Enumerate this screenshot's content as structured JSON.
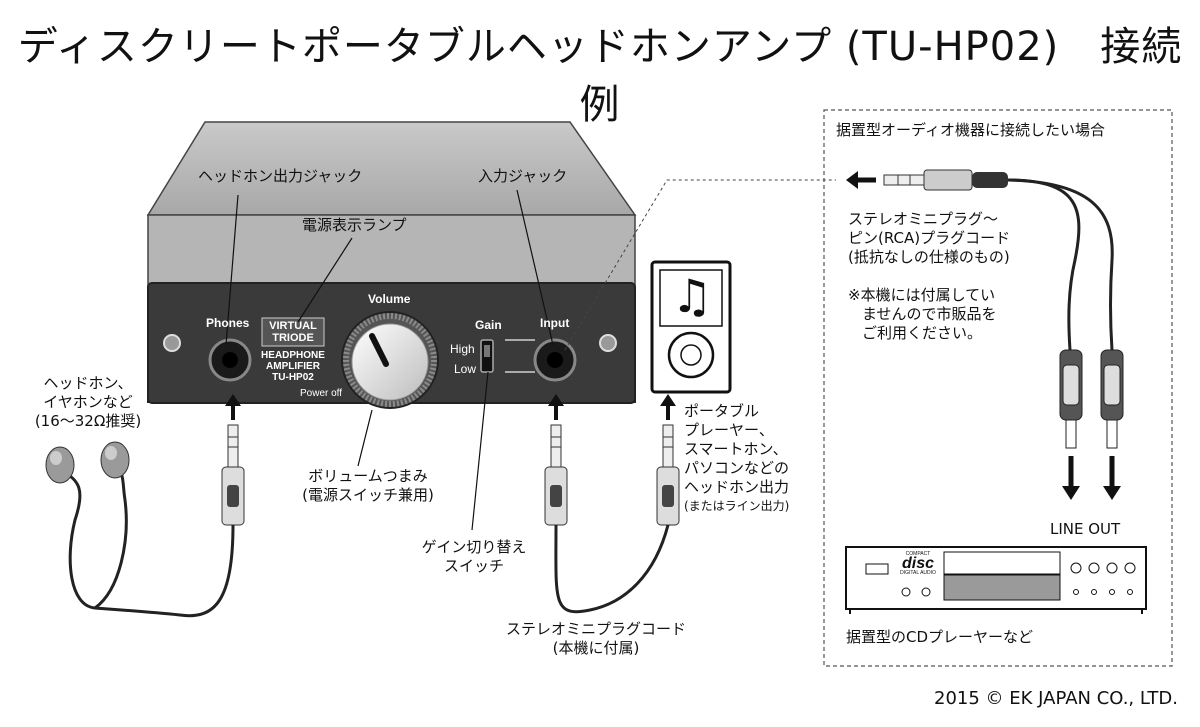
{
  "title": "ディスクリートポータブルヘッドホンアンプ (TU-HP02)　接続例",
  "device": {
    "panel_labels": {
      "phones": "Phones",
      "volume": "Volume",
      "gain": "Gain",
      "input": "Input",
      "gain_high": "High",
      "gain_low": "Low",
      "power_off": "Power off"
    },
    "badge": {
      "brand_line1": "VIRTUAL",
      "brand_line2": "TRIODE",
      "product_line1": "HEADPHONE",
      "product_line2": "AMPLIFIER",
      "model": "TU-HP02"
    }
  },
  "callouts": {
    "headphone_output_jack": "ヘッドホン出力ジャック",
    "input_jack": "入力ジャック",
    "power_lamp": "電源表示ランプ",
    "volume_knob_line1": "ボリュームつまみ",
    "volume_knob_line2": "(電源スイッチ兼用)",
    "gain_switch_line1": "ゲイン切り替え",
    "gain_switch_line2": "スイッチ",
    "headphones_line1": "ヘッドホン、",
    "headphones_line2": "イヤホンなど",
    "headphones_line3": "(16〜32Ω推奨)",
    "cable_line1": "ステレオミニプラグコード",
    "cable_line2": "(本機に付属)",
    "player_line1": "ポータブル",
    "player_line2": "プレーヤー、",
    "player_line3": "スマートホン、",
    "player_line4": "パソコンなどの",
    "player_line5": "ヘッドホン出力",
    "player_line6": "(またはライン出力)"
  },
  "stationary": {
    "heading": "据置型オーディオ機器に接続したい場合",
    "cord_line1": "ステレオミニプラグ〜",
    "cord_line2": "ピン(RCA)プラグコード",
    "cord_line3": "(抵抗なしの仕様のもの)",
    "note_line1": "※本機には付属してい",
    "note_line2": "ませんので市販品を",
    "note_line3": "ご利用ください。",
    "line_out": "LINE OUT",
    "cd_player": "据置型のCDプレーヤーなど",
    "cd_logo_top": "COMPACT",
    "cd_logo_main": "disc",
    "cd_logo_bottom": "DIGITAL AUDIO"
  },
  "copyright": "2015 © EK JAPAN CO., LTD."
}
